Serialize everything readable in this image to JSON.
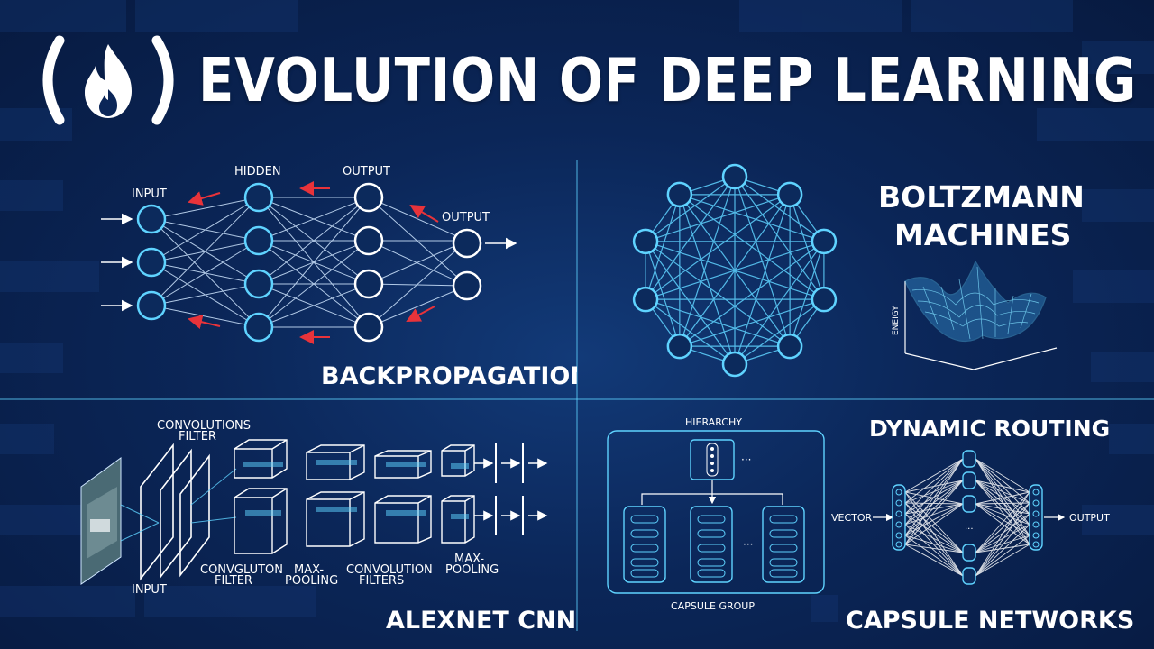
{
  "title": "EVOLUTION OF DEEP LEARNING",
  "logo": {
    "icon": "fire-icon",
    "left_paren": "(",
    "right_paren": ")"
  },
  "colors": {
    "accent": "#5fd3ff",
    "arrow_red": "#e8333a",
    "background": "#0b2658"
  },
  "backprop": {
    "section_title": "BACKPROPAGATION",
    "input_label": "INPUT",
    "hidden_label": "HIDDEN",
    "output_label_1": "OUTPUT",
    "output_label_2": "OUTPUT"
  },
  "boltzmann": {
    "section_title_line1": "BOLTZMANN",
    "section_title_line2": "MACHINES",
    "energy_axis_label": "ENEIGY"
  },
  "alexnet": {
    "section_title": "ALEXNET CNN",
    "label_conv_filter_line1": "CONVOLUTIONS",
    "label_conv_filter_line2": "FILTER",
    "label_input": "INPUT",
    "label_convgluton_line1": "CONVGLUTON",
    "label_convgluton_line2": "FILTER",
    "label_maxpool1_line1": "MAX-",
    "label_maxpool1_line2": "POOLING",
    "label_conv_filters_line1": "CONVOLUTION",
    "label_conv_filters_line2": "FILTERS",
    "label_maxpool2_line1": "MAX-",
    "label_maxpool2_line2": "POOLING"
  },
  "capsule": {
    "section_title": "CAPSULE NETWORKS",
    "routing_title": "DYNAMIC ROUTING",
    "hierarchy_label": "HIERARCHY",
    "capsule_group_label": "CAPSULE GROUP",
    "vector_label": "VECTOR",
    "output_label": "OUTPUT",
    "ellipsis": "···"
  }
}
